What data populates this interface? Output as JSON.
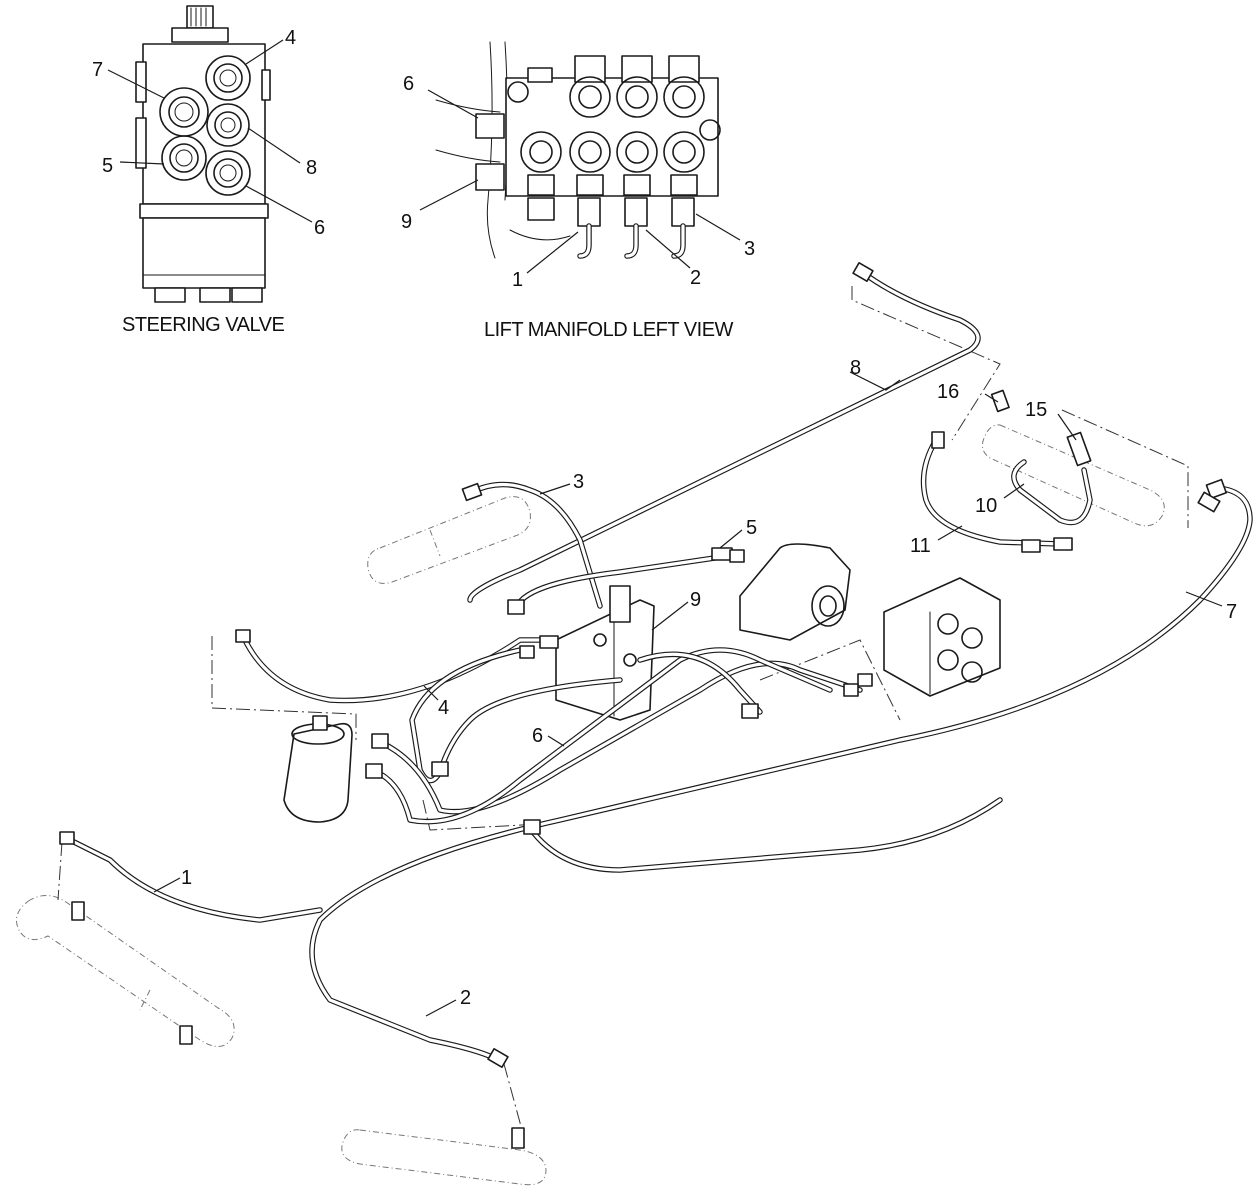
{
  "captions": {
    "steering_valve": "STEERING VALVE",
    "lift_manifold": "LIFT MANIFOLD LEFT VIEW"
  },
  "steering_valve_callouts": {
    "c4": "4",
    "c7": "7",
    "c8": "8",
    "c5": "5",
    "c6": "6"
  },
  "manifold_callouts": {
    "c6": "6",
    "c9": "9",
    "c1": "1",
    "c2": "2",
    "c3": "3"
  },
  "main_callouts": {
    "c8": "8",
    "c16": "16",
    "c15": "15",
    "c3": "3",
    "c5": "5",
    "c10": "10",
    "c11": "11",
    "c9": "9",
    "c7": "7",
    "c4": "4",
    "c6": "6",
    "c1": "1",
    "c2": "2"
  }
}
